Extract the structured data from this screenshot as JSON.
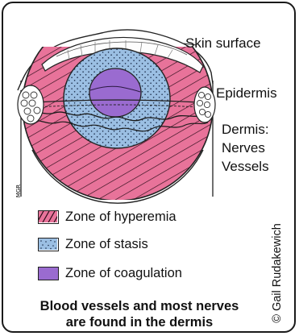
{
  "labels": {
    "skin_surface": "Skin surface",
    "epidermis": "Epidermis",
    "dermis": "Dermis:",
    "nerves": "Nerves",
    "vessels": "Vessels"
  },
  "legend": [
    {
      "label": "Zone of hyperemia",
      "color": "#e8739a",
      "pattern": "hatched"
    },
    {
      "label": "Zone of stasis",
      "color": "#9bbfe3",
      "pattern": "dotted"
    },
    {
      "label": "Zone of coagulation",
      "color": "#9a6bd0",
      "pattern": "solid"
    }
  ],
  "caption": {
    "line1": "Blood vessels and most nerves",
    "line2": "are found in the dermis"
  },
  "copyright": "© Gail Rudakewich",
  "signature": "MGR"
}
